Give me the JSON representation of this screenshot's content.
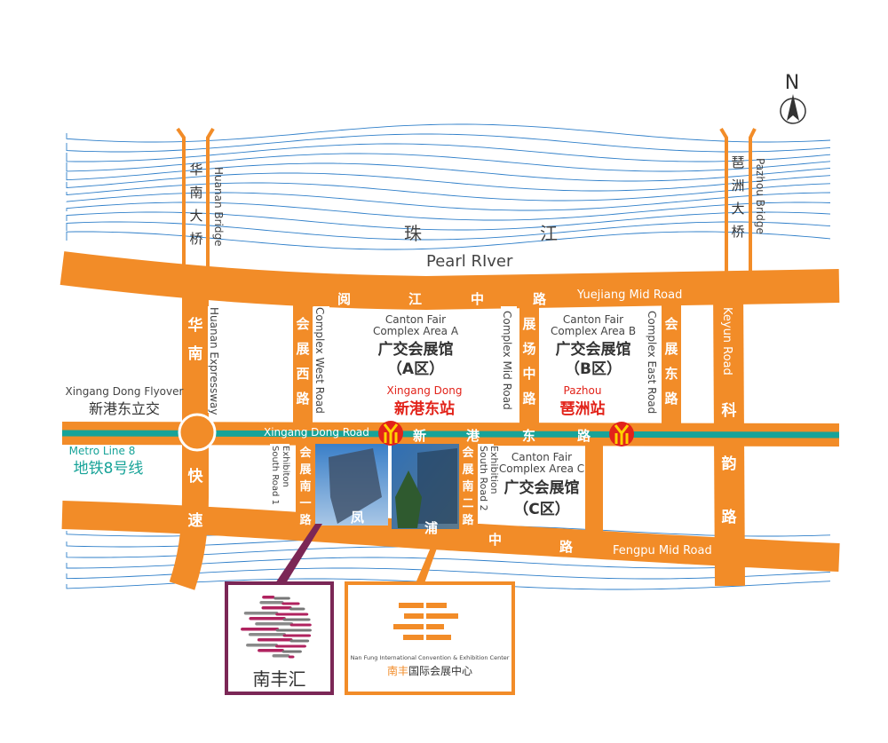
{
  "compass": {
    "label": "N"
  },
  "river": {
    "zh_1": "珠",
    "zh_2": "江",
    "en": "Pearl RIver"
  },
  "roads": {
    "yuejiang_zh": [
      "阅",
      "江",
      "中",
      "路"
    ],
    "yuejiang_en": "Yuejiang Mid Road",
    "xingang_zh": [
      "新",
      "港",
      "东",
      "路"
    ],
    "xingang_en": "Xingang Dong Road",
    "fengpu_zh": [
      "凤",
      "浦",
      "中",
      "路"
    ],
    "fengpu_en": "Fengpu Mid Road",
    "huanan_bridge_zh": [
      "华",
      "南",
      "大",
      "桥"
    ],
    "huanan_bridge_en": "Huanan Bridge",
    "pazhou_bridge_zh": [
      "琶",
      "洲",
      "大",
      "桥"
    ],
    "pazhou_bridge_en": "Pazhou Bridge",
    "huanan_expwy_zh": [
      "华",
      "南",
      "快",
      "速"
    ],
    "huanan_expwy_en": "Huanan Expressway",
    "west_zh": [
      "会",
      "展",
      "西",
      "路"
    ],
    "west_en": "Complex West Road",
    "mid_zh": [
      "展",
      "场",
      "中",
      "路"
    ],
    "mid_en": "Complex Mid Road",
    "east_zh": [
      "会",
      "展",
      "东",
      "路"
    ],
    "east_en": "Complex East Road",
    "keyun_zh": [
      "科",
      "韵",
      "路"
    ],
    "keyun_en": "Keyun Road",
    "south1_zh": [
      "会",
      "展",
      "南",
      "一",
      "路"
    ],
    "south1_en_1": "Exhibiton",
    "south1_en_2": "South Road 1",
    "south2_zh": [
      "会",
      "展",
      "南",
      "二",
      "路"
    ],
    "south2_en_1": "Exhibition",
    "south2_en_2": "South Road 2"
  },
  "places": {
    "flyover_en": "Xingang Dong Flyover",
    "flyover_zh": "新港东立交",
    "metro_en": "Metro Line 8",
    "metro_zh": "地铁8号线",
    "area_a_en_1": "Canton Fair",
    "area_a_en_2": "Complex Area A",
    "area_a_zh_1": "广交会展馆",
    "area_a_zh_2": "（A区）",
    "area_b_en_1": "Canton Fair",
    "area_b_en_2": "Complex Area B",
    "area_b_zh_1": "广交会展馆",
    "area_b_zh_2": "（B区）",
    "area_c_en_1": "Canton Fair",
    "area_c_en_2": "Complex  Area C",
    "area_c_zh_1": "广交会展馆",
    "area_c_zh_2": "（C区）",
    "station1_en": "Xingang Dong",
    "station1_zh": "新港东站",
    "station2_en": "Pazhou",
    "station2_zh": "琶洲站"
  },
  "logos": {
    "nanfenghui": "南丰汇",
    "center_en": "Nan Fung International Convention & Exhibition Center",
    "center_zh_a": "南丰",
    "center_zh_b": "国际会展中心"
  },
  "colors": {
    "road": "#F28C28",
    "metro": "#17A398",
    "river": "#2F7FC9",
    "station": "#E2231A",
    "purple": "#7B2756"
  }
}
